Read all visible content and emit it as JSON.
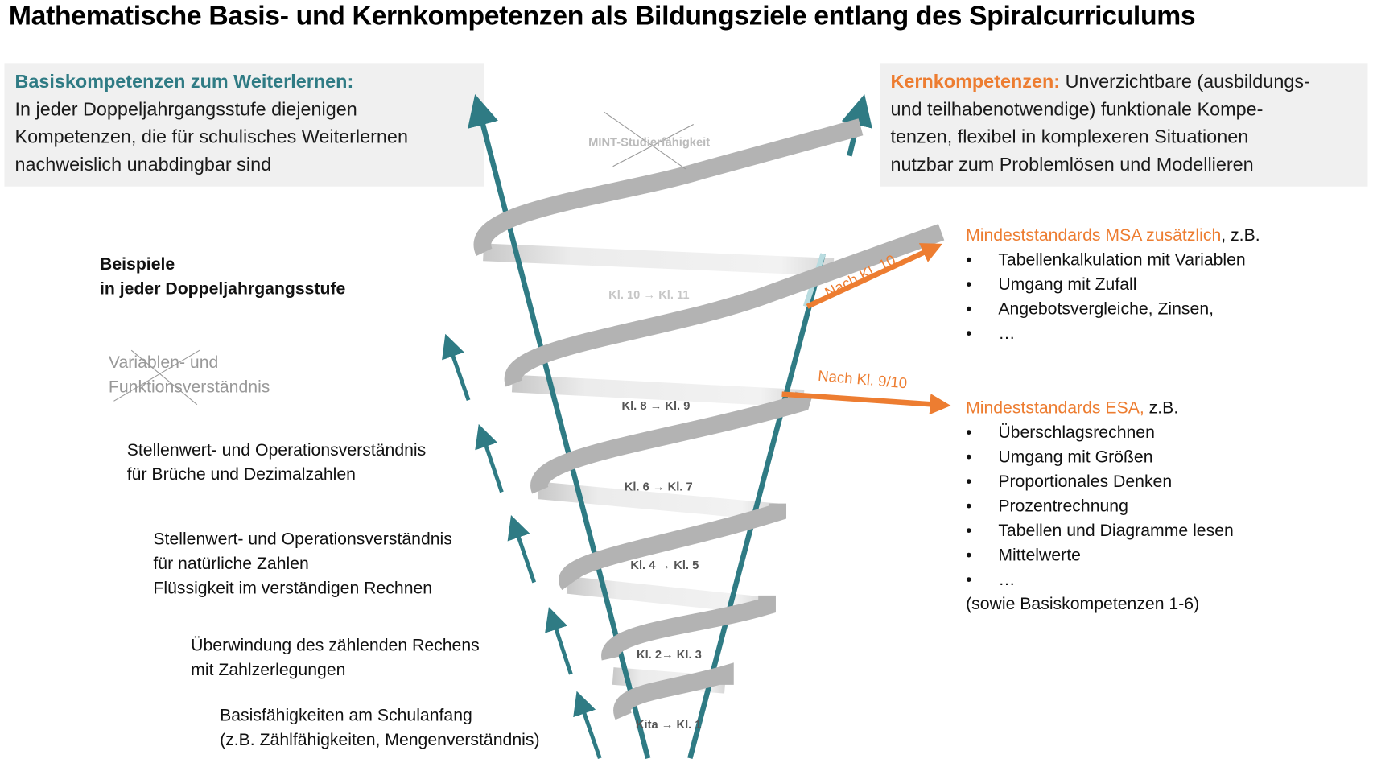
{
  "title": "Mathematische Basis- und Kernkompetenzen als Bildungsziele entlang des Spiralcurriculums",
  "colors": {
    "teal": "#2f7b84",
    "orange": "#ed7d31",
    "ribbon": "#b3b3b3",
    "box": "#f0f0f0"
  },
  "left_box": {
    "heading": "Basiskompetenzen zum Weiterlernen:",
    "lines": [
      "In jeder Doppeljahrgangsstufe diejenigen",
      "Kompetenzen, die für schulisches Weiterlernen",
      "nachweislich unabdingbar sind"
    ]
  },
  "right_box": {
    "heading": "Kernkompetenzen:",
    "first_line_rest": " Unverzichtbare (ausbildungs-",
    "lines": [
      "und teilhabenotwendige) funktionale Kompe-",
      "tenzen, flexibel in komplexeren Situationen",
      "nutzbar zum Problemlösen und Modellieren"
    ]
  },
  "examples_heading": [
    "Beispiele",
    "in jeder Doppeljahrgangsstufe"
  ],
  "crossed_out": {
    "variablen": [
      "Variablen- und",
      "Funktionsverständnis"
    ],
    "mint": "MINT-Studierfähigkeit"
  },
  "basis_items": [
    [
      "Stellenwert- und Operationsverständnis",
      "für Brüche und Dezimalzahlen"
    ],
    [
      "Stellenwert- und Operationsverständnis",
      "für natürliche Zahlen",
      "Flüssigkeit im verständigen Rechnen"
    ],
    [
      "Überwindung des zählenden Rechens",
      "mit Zahlzerlegungen"
    ],
    [
      "Basisfähigkeiten am Schulanfang",
      "(z.B. Zählfähigkeiten, Mengenverständnis)"
    ]
  ],
  "stages": [
    "Kl. 10 → Kl. 11",
    "Kl. 8 → Kl. 9",
    "Kl. 6 → Kl. 7",
    "Kl. 4 → Kl. 5",
    "Kl. 2→ Kl. 3",
    "Kita → Kl. 1"
  ],
  "arrows": {
    "msa": "Nach Kl. 10",
    "esa": "Nach Kl. 9/10"
  },
  "msa": {
    "heading": "Mindeststandards MSA zusätzlich",
    "suffix": ", z.B.",
    "bullet": "•",
    "items": [
      "Tabellenkalkulation mit Variablen",
      "Umgang mit Zufall",
      "Angebotsvergleiche, Zinsen,",
      "…"
    ]
  },
  "esa": {
    "heading": "Mindeststandards ESA,",
    "suffix": " z.B.",
    "bullet": "•",
    "items": [
      "Überschlagsrechnen",
      "Umgang mit Größen",
      "Proportionales Denken",
      "Prozentrechnung",
      "Tabellen und Diagramme lesen",
      "Mittelwerte",
      "…"
    ],
    "note": "(sowie Basiskompetenzen 1-6)"
  }
}
